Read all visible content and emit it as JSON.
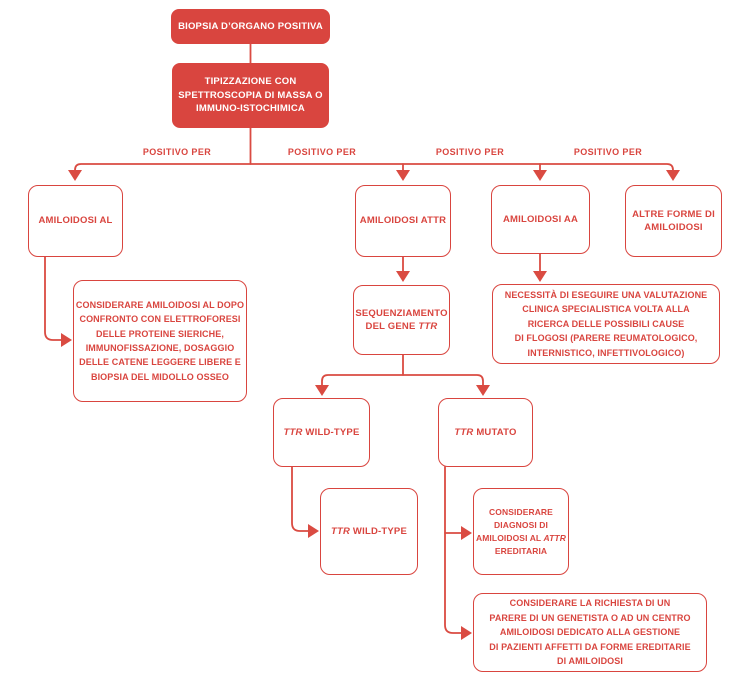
{
  "palette": {
    "red": "#d9453f",
    "line_red": "#da4b42",
    "background": "#ffffff"
  },
  "chart": {
    "root": {
      "label": "BIOPSIA D’ORGANO POSITIVA"
    },
    "typing": {
      "lines": [
        "TIPIZZAZIONE CON",
        "SPETTROSCOPIA DI MASSA O",
        "IMMUNO-ISTOCHIMICA"
      ]
    },
    "branch_labels": [
      "POSITIVO PER",
      "POSITIVO PER",
      "POSITIVO PER",
      "POSITIVO PER"
    ],
    "al": {
      "label": "AMILOIDOSI AL"
    },
    "attr": {
      "label": "AMILOIDOSI ATTR"
    },
    "aa": {
      "label": "AMILOIDOSI AA"
    },
    "other": {
      "lines": [
        "ALTRE FORME DI",
        "AMILOIDOSI"
      ]
    },
    "al_followup": {
      "lines": [
        "CONSIDERARE AMILOIDOSI AL DOPO",
        "CONFRONTO CON ELETTROFORESI",
        "DELLE PROTEINE SIERICHE,",
        "IMMUNOFISSAZIONE, DOSAGGIO",
        "DELLE CATENE LEGGERE LIBERE E",
        "BIOPSIA DEL MIDOLLO OSSEO"
      ]
    },
    "sequencing": {
      "line1": "SEQUENZIAMENTO",
      "line2_pre": "DEL GENE ",
      "gene": "TTR"
    },
    "aa_followup": {
      "lines": [
        "NECESSITÀ DI ESEGUIRE UNA VALUTAZIONE",
        "CLINICA SPECIALISTICA VOLTA ALLA",
        "RICERCA DELLE POSSIBILI CAUSE",
        "DI FLOGOSI (PARERE REUMATOLOGICO,",
        "INTERNISTICO, INFETTIVOLOGICO)"
      ]
    },
    "ttr_wild_type": {
      "gene": "TTR",
      "rest": " WILD-TYPE"
    },
    "ttr_mutato": {
      "gene": "TTR",
      "rest": " MUTATO"
    },
    "ttr_wild_type_2": {
      "gene": "TTR",
      "rest": " WILD-TYPE"
    },
    "attr_hereditary": {
      "line1": "CONSIDERARE",
      "line2": "DIAGNOSI DI",
      "line3_pre": "AMILOIDOSI AL ",
      "gene": "ATTR",
      "line4": "EREDITARIA"
    },
    "genetics_referral": {
      "lines": [
        "CONSIDERARE LA RICHIESTA DI UN",
        "PARERE DI UN GENETISTA O AD UN CENTRO",
        "AMILOIDOSI DEDICATO ALLA GESTIONE",
        "DI PAZIENTI AFFETTI DA FORME EREDITARIE",
        "DI AMILOIDOSI"
      ]
    }
  }
}
